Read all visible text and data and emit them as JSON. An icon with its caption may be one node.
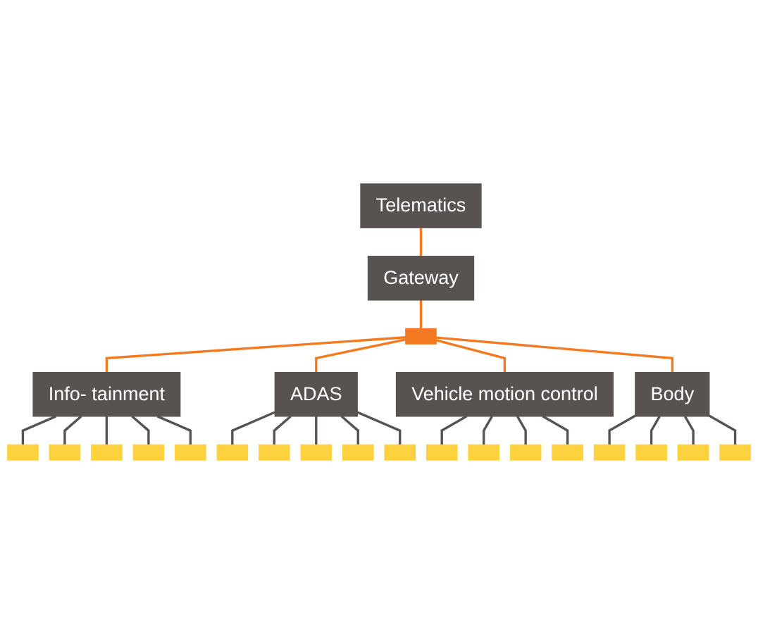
{
  "diagram": {
    "nodes": [
      {
        "text": [
          "Telematics"
        ]
      },
      {
        "text": [
          "Gateway"
        ]
      },
      {
        "text": [],
        "shape": "bar"
      },
      {
        "text": [
          "Info- tainment"
        ]
      },
      {
        "text": [
          "ADAS"
        ]
      },
      {
        "text": [
          "Vehicle motion control"
        ]
      },
      {
        "text": [
          "Body"
        ]
      },
      {
        "text": [],
        "shape": "box"
      },
      {
        "text": [],
        "shape": "box"
      },
      {
        "text": [],
        "shape": "box"
      },
      {
        "text": [],
        "shape": "box"
      },
      {
        "text": [],
        "shape": "box"
      },
      {
        "text": [],
        "shape": "box"
      },
      {
        "text": [],
        "shape": "box"
      },
      {
        "text": [],
        "shape": "box"
      },
      {
        "text": [],
        "shape": "box"
      },
      {
        "text": [],
        "shape": "box"
      },
      {
        "text": [],
        "shape": "box"
      },
      {
        "text": [],
        "shape": "box"
      },
      {
        "text": [],
        "shape": "box"
      },
      {
        "text": [],
        "shape": "box"
      },
      {
        "text": [],
        "shape": "box"
      },
      {
        "text": [],
        "shape": "box"
      },
      {
        "text": [],
        "shape": "box"
      },
      {
        "text": [],
        "shape": "box"
      }
    ],
    "edges": [
      {
        "from": 0,
        "to": 1,
        "arrow": "none",
        "color": "#f47920"
      },
      {
        "from": 1,
        "to": 2,
        "arrow": "none",
        "color": "#f47920"
      },
      {
        "from": 2,
        "to": 3,
        "arrow": "none",
        "color": "#f47920"
      },
      {
        "from": 2,
        "to": 4,
        "arrow": "none",
        "color": "#f47920"
      },
      {
        "from": 2,
        "to": 5,
        "arrow": "none",
        "color": "#f47920"
      },
      {
        "from": 2,
        "to": 6,
        "arrow": "none",
        "color": "#f47920"
      },
      {
        "from": 3,
        "to": 7,
        "arrow": "none"
      },
      {
        "from": 3,
        "to": 8,
        "arrow": "none"
      },
      {
        "from": 3,
        "to": 9,
        "arrow": "none"
      },
      {
        "from": 3,
        "to": 10,
        "arrow": "none"
      },
      {
        "from": 3,
        "to": 11,
        "arrow": "none"
      },
      {
        "from": 4,
        "to": 12,
        "arrow": "none"
      },
      {
        "from": 4,
        "to": 13,
        "arrow": "none"
      },
      {
        "from": 4,
        "to": 14,
        "arrow": "none"
      },
      {
        "from": 4,
        "to": 15,
        "arrow": "none"
      },
      {
        "from": 4,
        "to": 16,
        "arrow": "none"
      },
      {
        "from": 5,
        "to": 17,
        "arrow": "none"
      },
      {
        "from": 5,
        "to": 18,
        "arrow": "none"
      },
      {
        "from": 5,
        "to": 19,
        "arrow": "none"
      },
      {
        "from": 5,
        "to": 20,
        "arrow": "none"
      },
      {
        "from": 6,
        "to": 21,
        "arrow": "none"
      },
      {
        "from": 6,
        "to": 22,
        "arrow": "none"
      },
      {
        "from": 6,
        "to": 23,
        "arrow": "none"
      },
      {
        "from": 6,
        "to": 24,
        "arrow": "none"
      }
    ]
  }
}
